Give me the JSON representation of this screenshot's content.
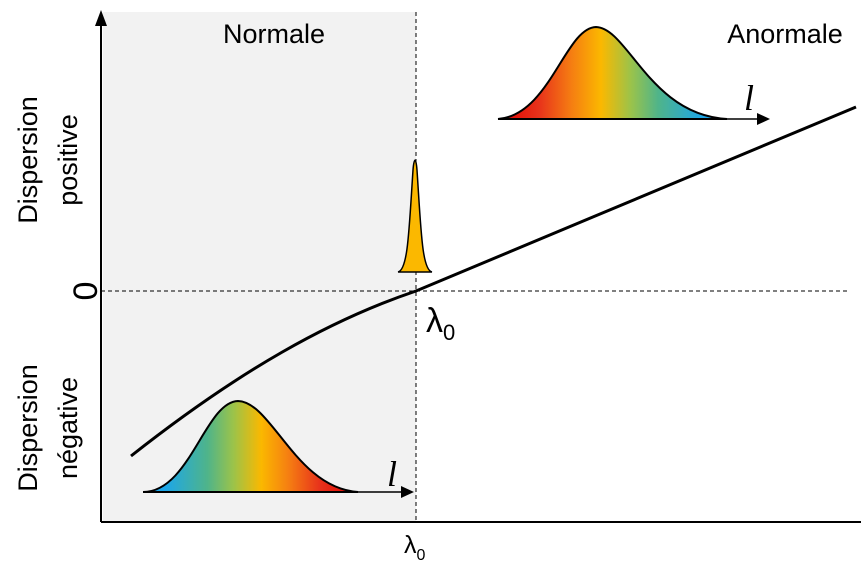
{
  "regions": {
    "normal_label": "Normale",
    "anomalous_label": "Anormale"
  },
  "y_axis": {
    "positive_line1": "Dispersion",
    "positive_line2": "positive",
    "zero_label": "0",
    "negative_line1": "Dispersion",
    "negative_line2": "négative"
  },
  "x_axis": {
    "lambda_symbol": "λ",
    "lambda_subscript": "0"
  },
  "curve_point": {
    "lambda_symbol": "λ",
    "lambda_subscript": "0"
  },
  "pulses": {
    "axis_variable": "l"
  },
  "colors": {
    "normal_region_fill": "#f2f2f2",
    "curve": "#000000",
    "center_pulse": "#fbb800",
    "spectrum": [
      "#1ca6ea",
      "#4fb48a",
      "#9bc34a",
      "#fbb800",
      "#f57d12",
      "#e8331b",
      "#e00000"
    ]
  }
}
